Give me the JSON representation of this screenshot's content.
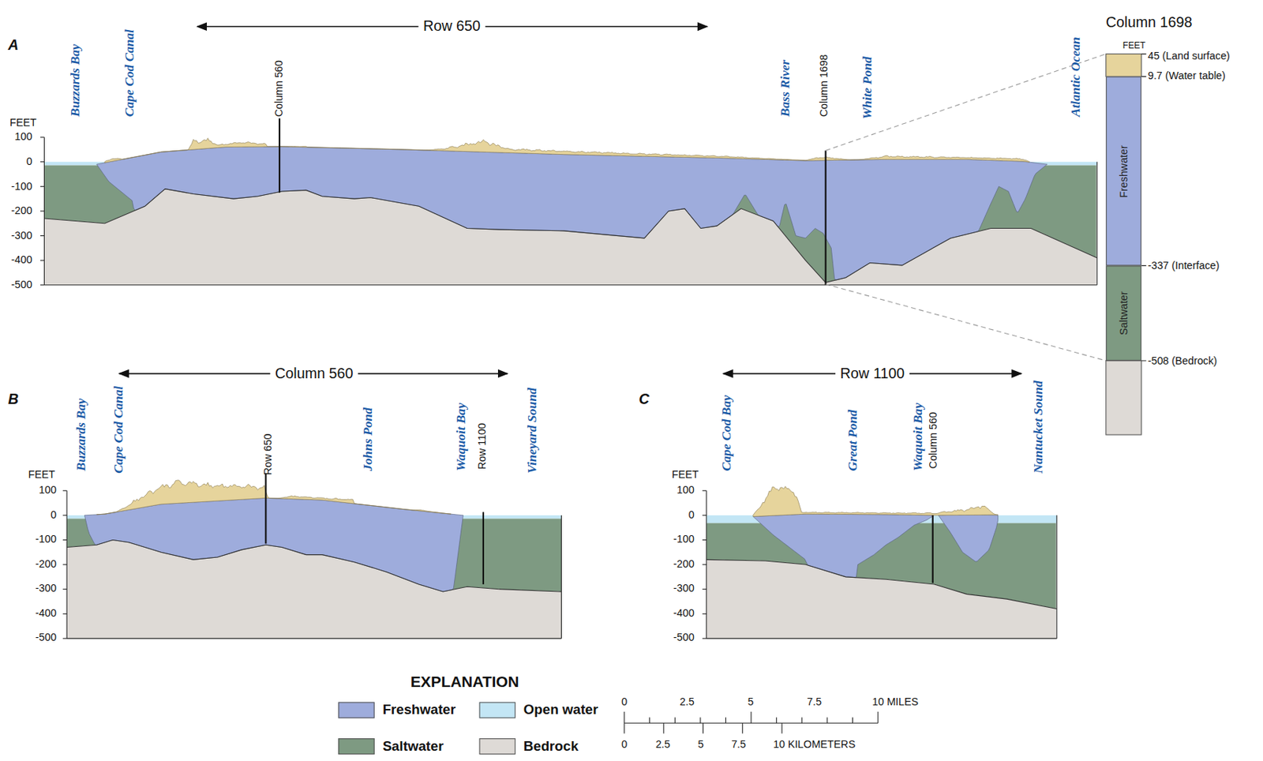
{
  "diagram": {
    "nodes": [
      {
        "text": [
          "Freshwater"
        ]
      },
      {
        "text": [
          "Saltwater"
        ]
      }
    ],
    "labels": [
      "A",
      "Row 650",
      "Buzzards Bay",
      "Cape Cod Canal",
      "Column 560",
      "Bass River",
      "Column 1698",
      "White Pond",
      "Atlantic Ocean",
      "FEET",
      "100",
      "0",
      "-100",
      "-200",
      "-300",
      "-400",
      "-500",
      "Column 1698",
      "FEET",
      "45 (Land surface)",
      "9.7 (Water table)",
      "-337 (Interface)",
      "-508 (Bedrock)",
      "B",
      "Column 560",
      "Buzzards Bay",
      "Cape Cod Canal",
      "Row 650",
      "Johns Pond",
      "Waquoit Bay",
      "Row 1100",
      "Vineyard Sound",
      "FEET",
      "100",
      "0",
      "-100",
      "-200",
      "-300",
      "-400",
      "-500",
      "C",
      "Row 1100",
      "Cape Cod Bay",
      "Great Pond",
      "Waquoit Bay",
      "Column 560",
      "Nantucket Sound",
      "FEET",
      "100",
      "0",
      "-100",
      "-200",
      "-300",
      "-400",
      "-500",
      "EXPLANATION",
      "0",
      "2.5",
      "5",
      "7.5",
      "10 MILES",
      "0",
      "2.5",
      "5",
      "7.5",
      "10 KILOMETERS"
    ],
    "legend": [
      {
        "text": "Freshwater",
        "color": "#9eacdc"
      },
      {
        "text": "Open water",
        "color": "#c3e6f5"
      },
      {
        "text": "Saltwater",
        "color": "#7e9a82"
      },
      {
        "text": "Bedrock",
        "color": "#dedad6"
      }
    ]
  }
}
